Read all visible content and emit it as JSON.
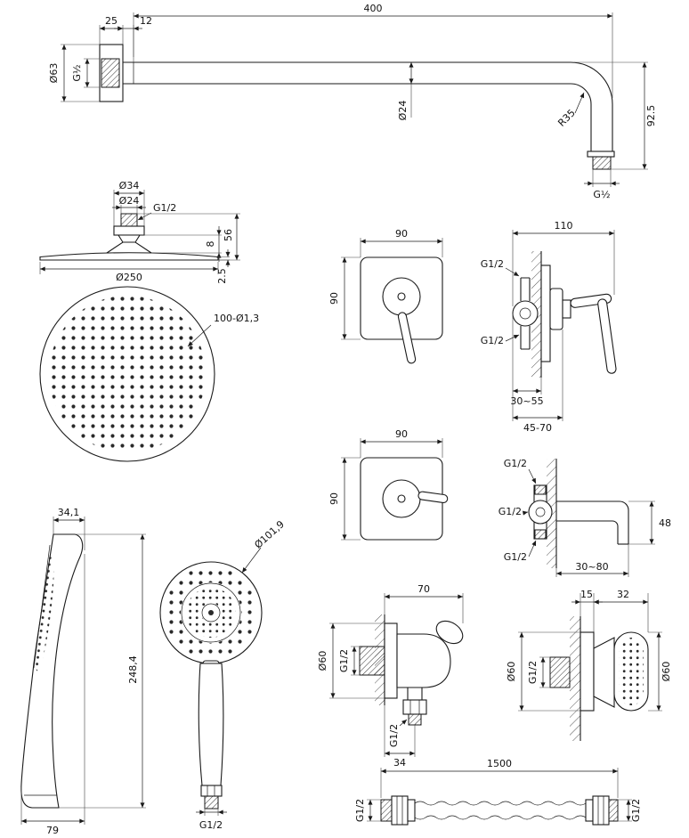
{
  "title": "Shower set dimensional drawing",
  "colors": {
    "ink": "#1a1a1a",
    "background": "#ffffff"
  },
  "arm": {
    "length": "400",
    "flange_depth": "25",
    "collar_depth": "12",
    "flange_dia": "Ø63",
    "wall_thread": "G½",
    "pipe_dia": "Ø24",
    "bend_radius": "R35",
    "drop": "92.5",
    "outlet_thread": "G½"
  },
  "head_side": {
    "connector_dia": "Ø34",
    "pipe_dia": "Ø24",
    "thread": "G1/2",
    "cone_height": "8",
    "height": "56",
    "disc_dia": "Ø250",
    "edge": "2.5"
  },
  "head_face": {
    "nozzles": "100-Ø1,3"
  },
  "mixer1": {
    "width": "90",
    "height": "90",
    "depth": "110",
    "inlet_top": "G1/2",
    "inlet_bottom": "G1/2",
    "range_rough": "30~55",
    "range_trim": "45-70"
  },
  "mixer2": {
    "width": "90",
    "height": "90",
    "top_thread": "G1/2",
    "mid_thread": "G1/2",
    "bottom_thread": "G1/2",
    "spout_height": "48",
    "range": "30~80"
  },
  "hand": {
    "head_width": "34,1",
    "length": "248,4",
    "base_width": "79",
    "face_dia": "Ø101,9",
    "thread": "G1/2"
  },
  "elbow": {
    "depth": "70",
    "flange_dia": "Ø60",
    "wall_thread": "G1/2",
    "outlet_thread": "G1/2",
    "outlet_offset": "34"
  },
  "holder": {
    "flange_depth": "15",
    "body_depth": "32",
    "flange_dia": "Ø60",
    "thread": "G1/2",
    "face_dia": "Ø60"
  },
  "hose": {
    "length": "1500",
    "left_thread": "G1/2",
    "right_thread": "G1/2"
  }
}
